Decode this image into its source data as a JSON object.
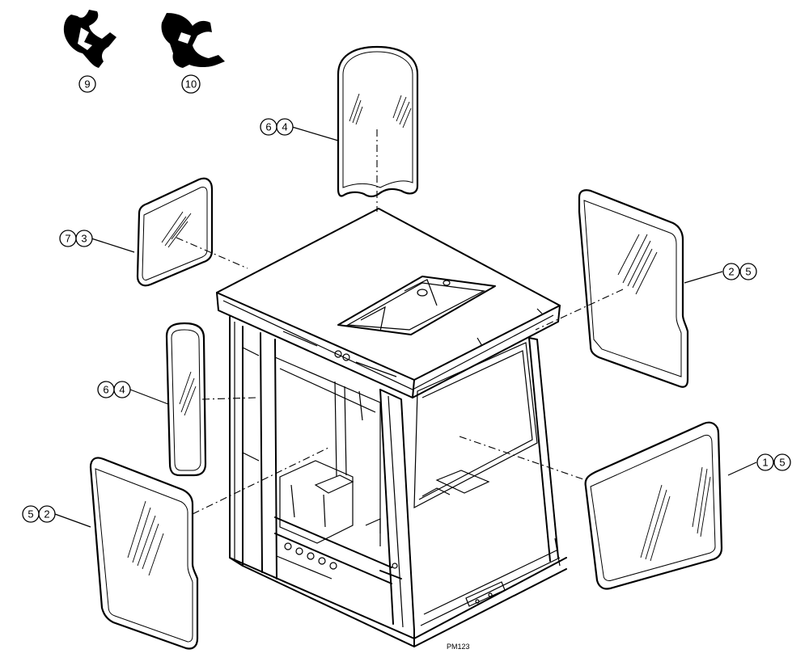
{
  "callouts": {
    "seal_a": "9",
    "seal_b": "10",
    "top_window": [
      "6",
      "4"
    ],
    "left_upper_window": [
      "7",
      "3"
    ],
    "right_upper_window": [
      "2",
      "5"
    ],
    "left_narrow_window": [
      "6",
      "4"
    ],
    "left_lower_window": [
      "5",
      "2"
    ],
    "right_lower_window": [
      "1",
      "5"
    ]
  },
  "figure_code": "PM123"
}
